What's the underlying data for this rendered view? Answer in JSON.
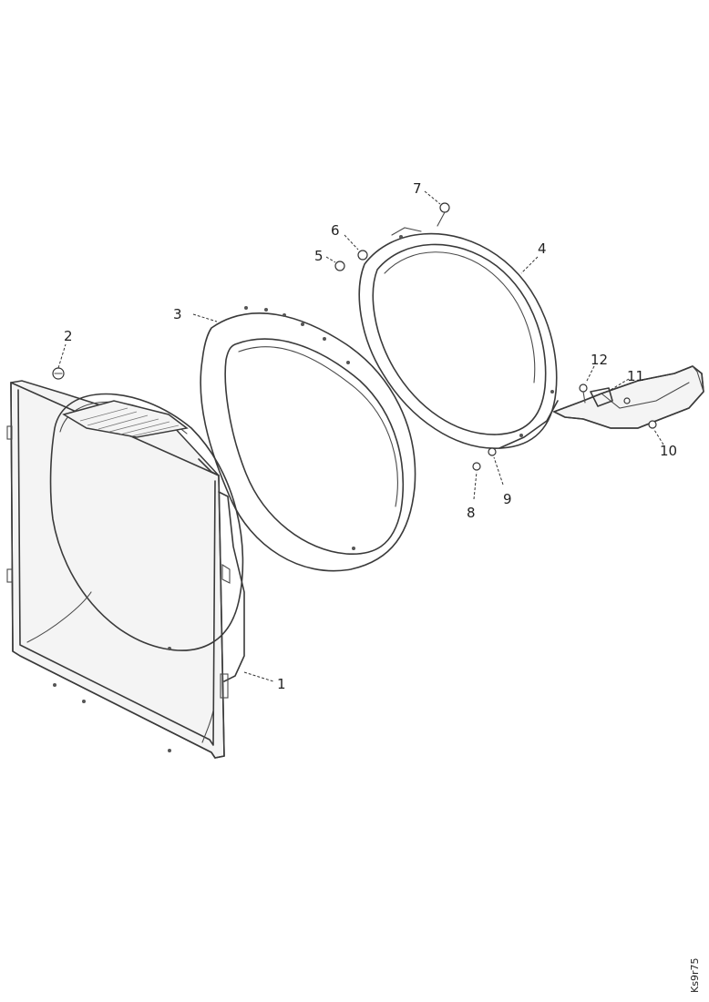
{
  "callouts": {
    "c1": "1",
    "c2": "2",
    "c3": "3",
    "c4": "4",
    "c5": "5",
    "c6": "6",
    "c7": "7",
    "c8": "8",
    "c9": "9",
    "c10": "10",
    "c11": "11",
    "c12": "12"
  },
  "drawing_code": "Ks9r75",
  "colors": {
    "line": "#3a3a3a",
    "background": "#ffffff"
  }
}
